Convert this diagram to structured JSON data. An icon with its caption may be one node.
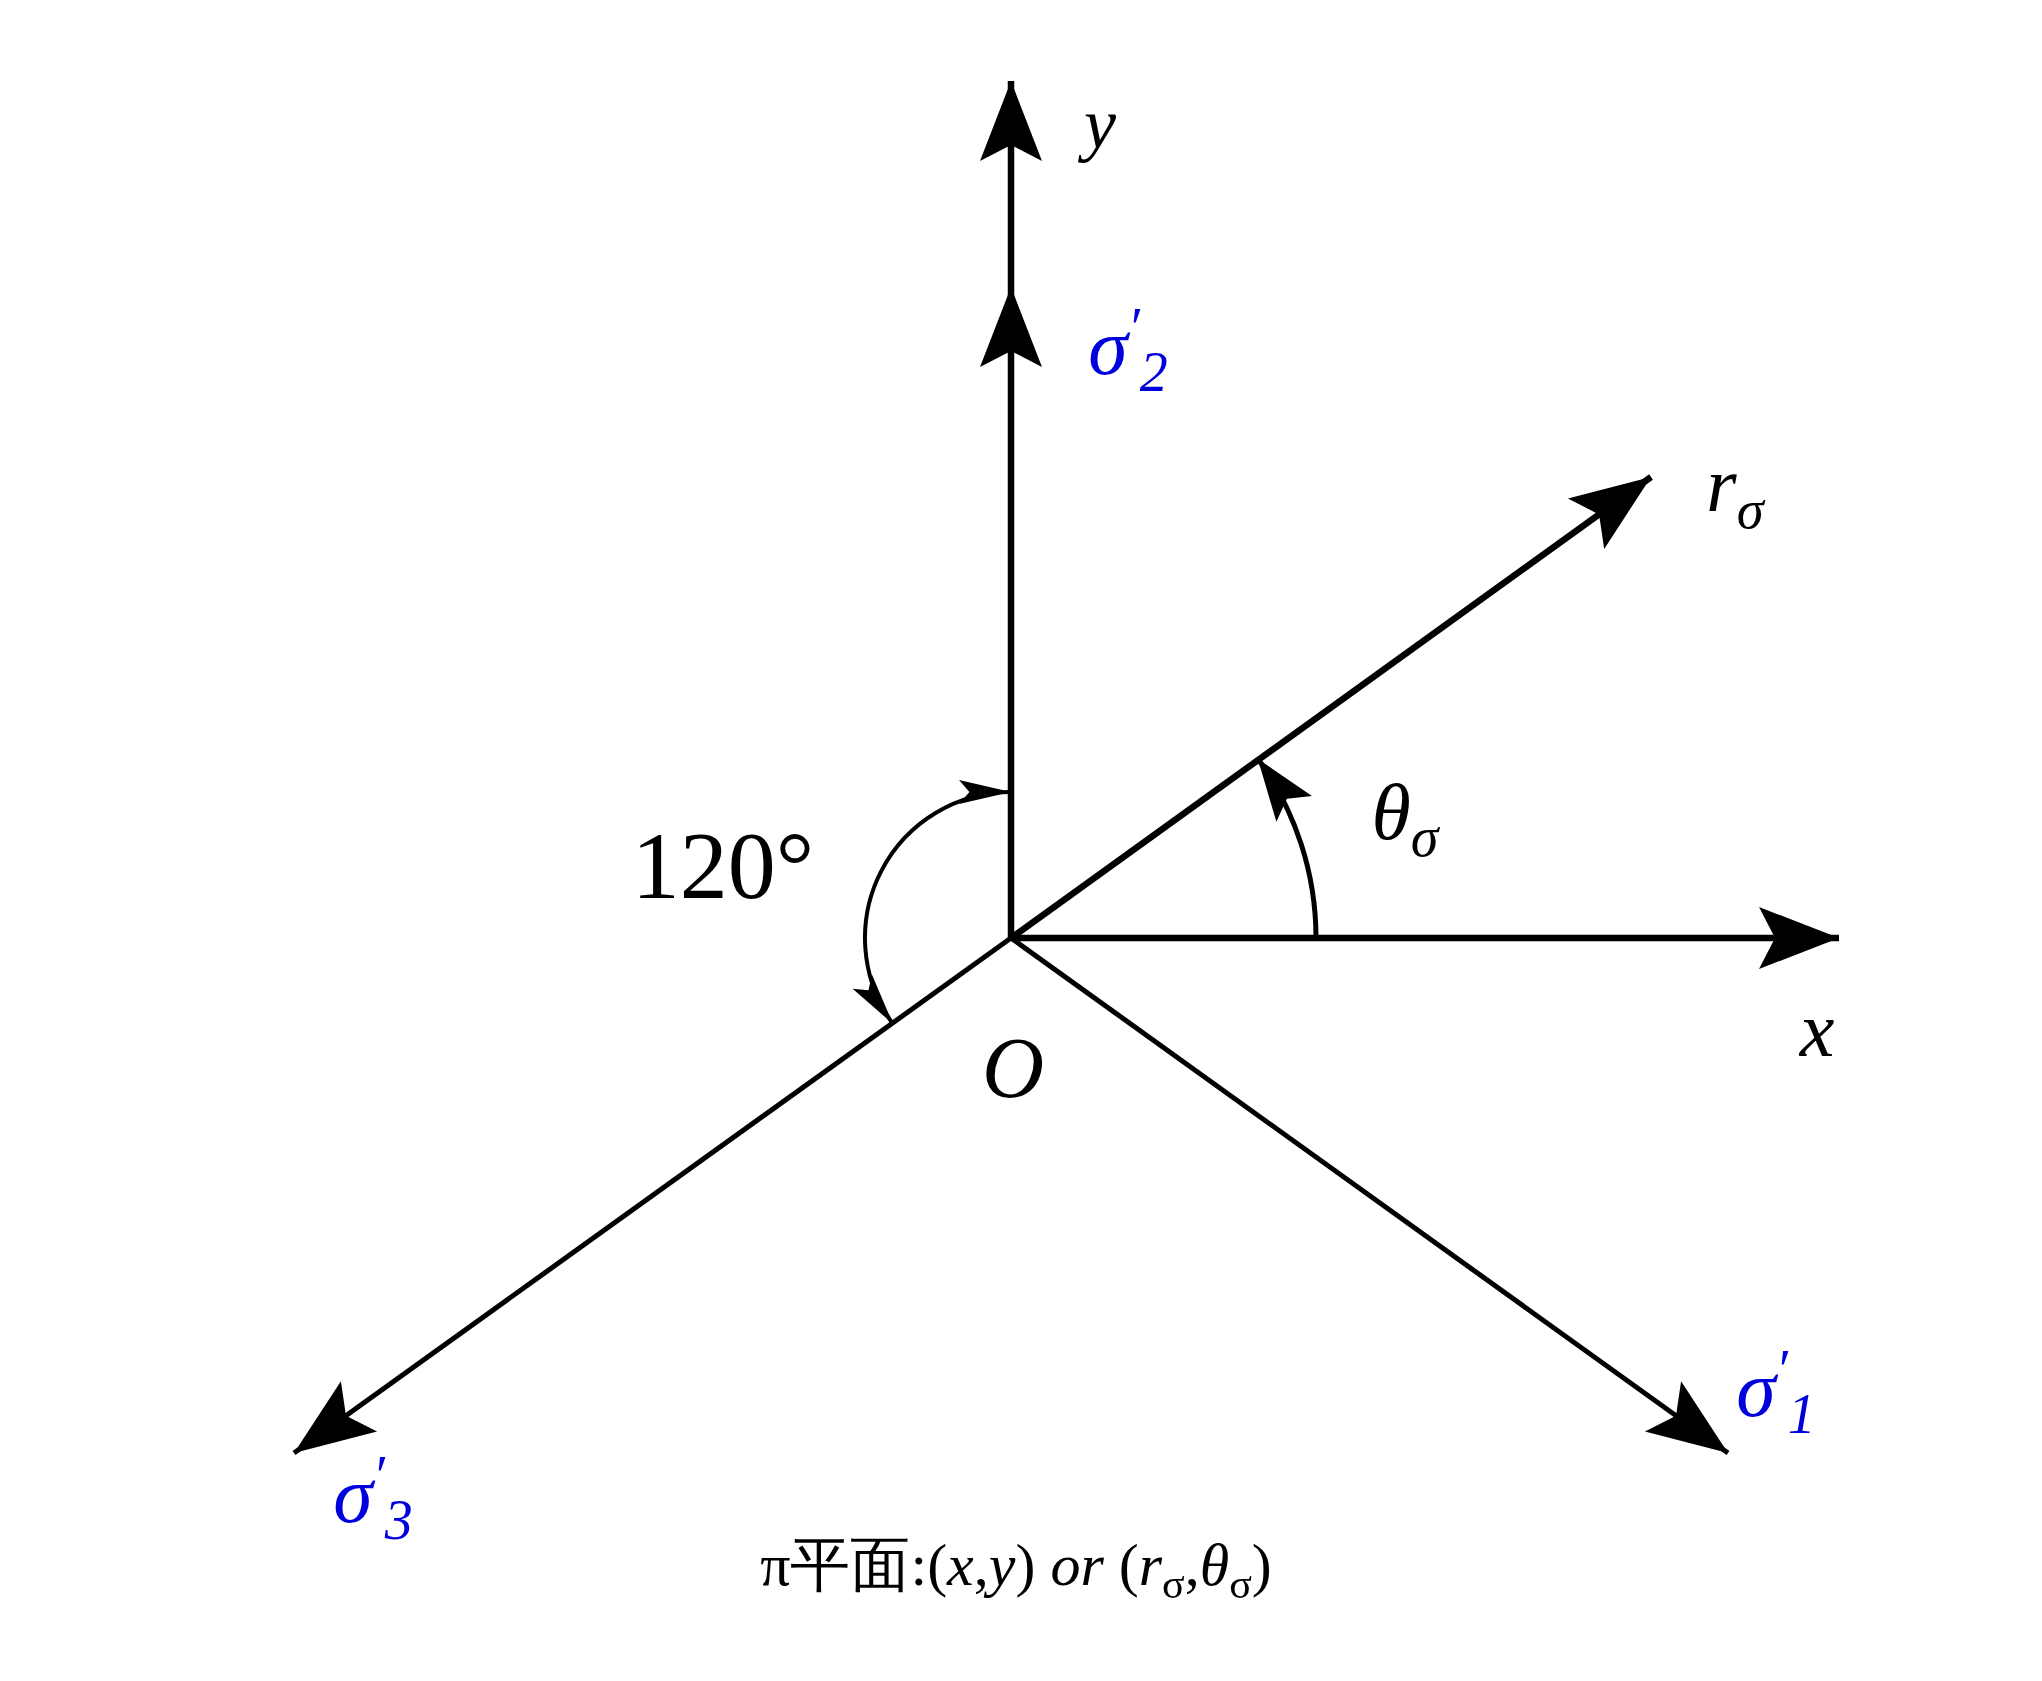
{
  "diagram": {
    "caption": "π平面:(*x*,*y*) *or* (*r*$_{σ}$,*θ*$_{σ}$)",
    "labels": [
      "y",
      "σ$^{′}$$_{2}$",
      "r$_{σ}$",
      "120°",
      "θ$_{σ}$",
      "x",
      "O",
      "σ$^{′}$$_{1}$",
      "σ$^{′}$$_{3}$"
    ]
  }
}
